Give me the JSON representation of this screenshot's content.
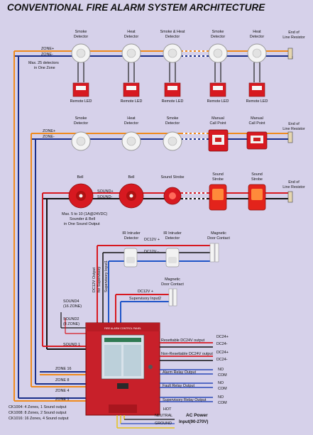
{
  "title": "CONVENTIONAL FIRE ALARM SYSTEM ARCHITECTURE",
  "colors": {
    "background": "#d6d1ea",
    "zone_plus": "#f08a1c",
    "zone_minus": "#1a2f8a",
    "sound": "#d71920",
    "dc12v": "#d71920",
    "supervisory": "#1f55c8",
    "panel": "#c8202a",
    "ac": "#e6c21a"
  },
  "row1": {
    "zone_plus": "ZONE+",
    "zone_minus": "ZONE-",
    "note": [
      "Max. 25 detectors",
      "in One Zone"
    ],
    "devices": [
      {
        "label": [
          "Smoke",
          "Detector"
        ]
      },
      {
        "label": [
          "Heat",
          "Detector"
        ]
      },
      {
        "label": [
          "Smoke & Heat",
          "Detector"
        ]
      },
      {
        "label": [
          "Smoke",
          "Detector"
        ]
      },
      {
        "label": [
          "Heat",
          "Detector"
        ]
      }
    ],
    "led_label": "Remote LED",
    "led_labels": [
      "Remote LED",
      "Remote LED",
      "Remote LED",
      "Remote LED",
      "Remote LED"
    ],
    "eol": [
      "End of",
      "Line Resistor"
    ]
  },
  "row2": {
    "zone_plus": "ZONE+",
    "zone_minus": "ZONE-",
    "devices": [
      {
        "label": [
          "Smoke",
          "Detector"
        ]
      },
      {
        "label": [
          "Heat",
          "Detector"
        ]
      },
      {
        "label": [
          "Smoke",
          "Detector"
        ]
      },
      {
        "label": [
          "Manual",
          "Call Point"
        ]
      },
      {
        "label": [
          "Manual",
          "Call Point"
        ]
      }
    ],
    "eol": [
      "End of",
      "Line Resistor"
    ]
  },
  "row3": {
    "sound_plus": "SOUND+",
    "sound_minus": "SOUND-",
    "note": [
      "Max. 5 to 10 (1A@24VDC)",
      "Sounder & Bell",
      "in One Sound Output"
    ],
    "devices": [
      {
        "label": [
          "Bell"
        ]
      },
      {
        "label": [
          "Bell"
        ]
      },
      {
        "label": [
          "Sound Strobe"
        ]
      },
      {
        "label": [
          "Sound",
          "Strobe"
        ]
      },
      {
        "label": [
          "Sound",
          "Strobe"
        ]
      }
    ],
    "eol": [
      "End of",
      "Line Resistor"
    ]
  },
  "intruder": {
    "ir1": [
      "IR Intruder",
      "Detector"
    ],
    "ir2": [
      "IR Intruder",
      "Detector"
    ],
    "door1": [
      "Magnetic",
      "Door Contact"
    ],
    "door2": [
      "Magnetic",
      "Door Contact"
    ],
    "dc12_plus": "DC12V +",
    "dc12_minus": "DC12V -",
    "dc12_plus2": "DC12V +",
    "supervisory_input2": "Supervisory Input2",
    "dc12_output": "DC12V Output",
    "supervisory_output": "for Supervisory",
    "supervisory_input1": "Supervisory Input1"
  },
  "panel": {
    "header": "FIRE ALARM CONTROL PANEL",
    "left_labels": [
      "SOUND4",
      "(16 ZONE)",
      "SOUND2",
      "(8 ZONE)",
      "SOUND 1",
      "ZONE 16",
      "ZONE 8",
      "ZONE 4",
      "ZONE 1"
    ],
    "outputs": [
      {
        "label": "Resettable DC24V output",
        "terms": [
          "DC24+",
          "DC24-"
        ]
      },
      {
        "label": "Non-Resettable DC24V output",
        "terms": [
          "DC24+",
          "DC24-"
        ]
      },
      {
        "label": "Alarm Relay Output",
        "terms": [
          "NO",
          "COM"
        ]
      },
      {
        "label": "Fault Relay Output",
        "terms": [
          "NO",
          "COM"
        ]
      },
      {
        "label": "Supervisory Relay Output",
        "terms": [
          "NO",
          "COM"
        ]
      }
    ],
    "ac": {
      "hot": "HOT",
      "neutral": "NEUTRAL",
      "ground": "GROUND",
      "title": "AC Power",
      "range": "Input(90-270V)"
    },
    "models": [
      "CK1004:  4 Zones, 1 Sound output",
      "CK1008:  8 Zones, 2 Sound output",
      "CK1016: 16 Zones, 4 Sound output"
    ]
  }
}
